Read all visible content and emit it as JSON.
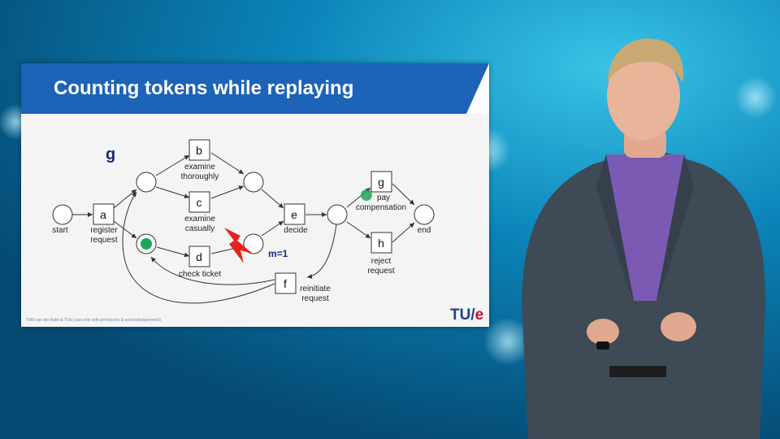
{
  "slide": {
    "title": "Counting tokens while replaying",
    "copyright": "©Wil van der Aalst & TU/e (use only with permission & acknowledgements)",
    "logo_main": "TU/",
    "logo_e": "e"
  },
  "diagram": {
    "trace_label": "g",
    "missing_label": "m=1",
    "transitions": [
      {
        "id": "a",
        "label_lines": [
          "register",
          "request"
        ]
      },
      {
        "id": "b",
        "label_lines": [
          "examine",
          "thoroughly"
        ]
      },
      {
        "id": "c",
        "label_lines": [
          "examine",
          "casually"
        ]
      },
      {
        "id": "d",
        "label_lines": [
          "check ticket"
        ]
      },
      {
        "id": "e",
        "label_lines": [
          "decide"
        ]
      },
      {
        "id": "f",
        "label_lines": [
          "reinitiate",
          "request"
        ]
      },
      {
        "id": "g",
        "label_lines": [
          "pay",
          "compensation"
        ]
      },
      {
        "id": "h",
        "label_lines": [
          "reject",
          "request"
        ]
      }
    ],
    "places": [
      {
        "id": "start",
        "label": "start"
      },
      {
        "id": "end",
        "label": "end"
      }
    ]
  },
  "colors": {
    "title_bar": "#1d63b8",
    "token": "#1fa65a",
    "lightning": "#e8231c",
    "trace_label": "#1a2a7a"
  }
}
